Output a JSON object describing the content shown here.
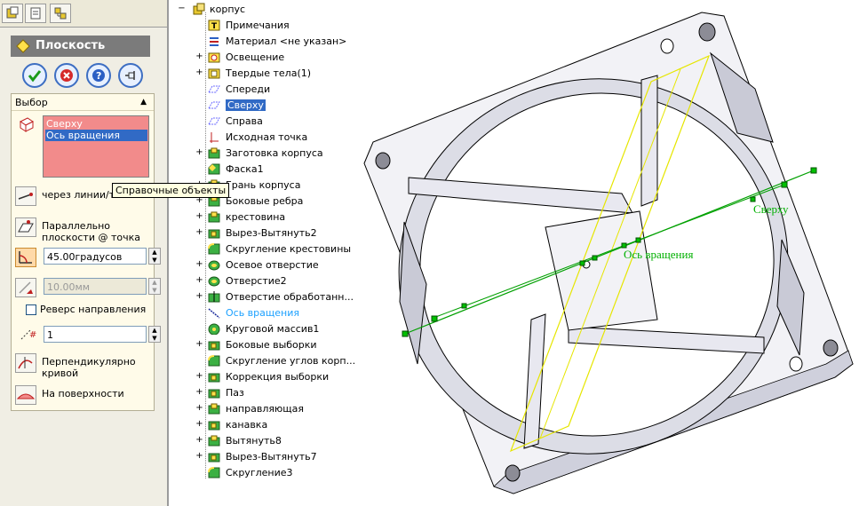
{
  "property_manager": {
    "title": "Плоскость",
    "group_label": "Выбор",
    "selection_items": [
      "Сверху",
      "Ось вращения"
    ],
    "selected_index": 1,
    "options": {
      "through_lines": "через линии/точки",
      "parallel": "Параллельно плоскости @ точка",
      "angle_value": "45.00градусов",
      "distance_value": "10.00мм",
      "reverse": "Реверс направления",
      "count_value": "1",
      "perpendicular": "Перпендикулярно кривой",
      "on_surface": "На поверхности"
    }
  },
  "tooltip": "Справочные объекты",
  "tree": {
    "root": "корпус",
    "items": [
      {
        "label": "Примечания",
        "expander": "",
        "icon": "notes-icon"
      },
      {
        "label": "Материал <не указан>",
        "expander": "",
        "icon": "material-icon"
      },
      {
        "label": "Освещение",
        "expander": "+",
        "icon": "lighting-icon"
      },
      {
        "label": "Твердые тела(1)",
        "expander": "+",
        "icon": "solid-bodies-icon"
      },
      {
        "label": "Спереди",
        "expander": "",
        "icon": "plane-icon"
      },
      {
        "label": "Сверху",
        "expander": "",
        "icon": "plane-icon",
        "selected": true
      },
      {
        "label": "Справа",
        "expander": "",
        "icon": "plane-icon"
      },
      {
        "label": "Исходная точка",
        "expander": "",
        "icon": "origin-icon"
      },
      {
        "label": "Заготовка корпуса",
        "expander": "+",
        "icon": "extrude-icon"
      },
      {
        "label": "Фаска1",
        "expander": "",
        "icon": "chamfer-icon"
      },
      {
        "label": "Грань корпуса",
        "expander": "+",
        "icon": "extrude-icon"
      },
      {
        "label": "Боковые ребра",
        "expander": "+",
        "icon": "extrude-icon"
      },
      {
        "label": "крестовина",
        "expander": "+",
        "icon": "extrude-icon"
      },
      {
        "label": "Вырез-Вытянуть2",
        "expander": "+",
        "icon": "cut-icon"
      },
      {
        "label": "Скругление крестовины",
        "expander": "",
        "icon": "fillet-icon"
      },
      {
        "label": "Осевое отверстие",
        "expander": "+",
        "icon": "revolve-icon"
      },
      {
        "label": "Отверстие2",
        "expander": "+",
        "icon": "revolve-icon"
      },
      {
        "label": "Отверстие обработанн...",
        "expander": "+",
        "icon": "hole-icon"
      },
      {
        "label": "Ось вращения",
        "expander": "",
        "icon": "axis-icon",
        "blue": true
      },
      {
        "label": "Круговой массив1",
        "expander": "",
        "icon": "pattern-icon"
      },
      {
        "label": "Боковые выборки",
        "expander": "+",
        "icon": "cut-icon"
      },
      {
        "label": "Скругление углов корп...",
        "expander": "",
        "icon": "fillet-icon"
      },
      {
        "label": "Коррекция выборки",
        "expander": "+",
        "icon": "cut-icon"
      },
      {
        "label": "Паз",
        "expander": "+",
        "icon": "cut-icon"
      },
      {
        "label": "направляющая",
        "expander": "+",
        "icon": "extrude-icon"
      },
      {
        "label": "канавка",
        "expander": "+",
        "icon": "cut-icon"
      },
      {
        "label": "Вытянуть8",
        "expander": "+",
        "icon": "extrude-icon"
      },
      {
        "label": "Вырез-Вытянуть7",
        "expander": "+",
        "icon": "cut-icon"
      },
      {
        "label": "Скругление3",
        "expander": "",
        "icon": "fillet-icon"
      }
    ]
  },
  "viewport": {
    "label_top": "Сверху",
    "label_axis": "Ось вращения",
    "colors": {
      "model_fill": "#f2f2f6",
      "model_edge": "#000000",
      "axis": "#00a000",
      "preview_plane": "#e6e600",
      "label": "#00b000"
    }
  }
}
